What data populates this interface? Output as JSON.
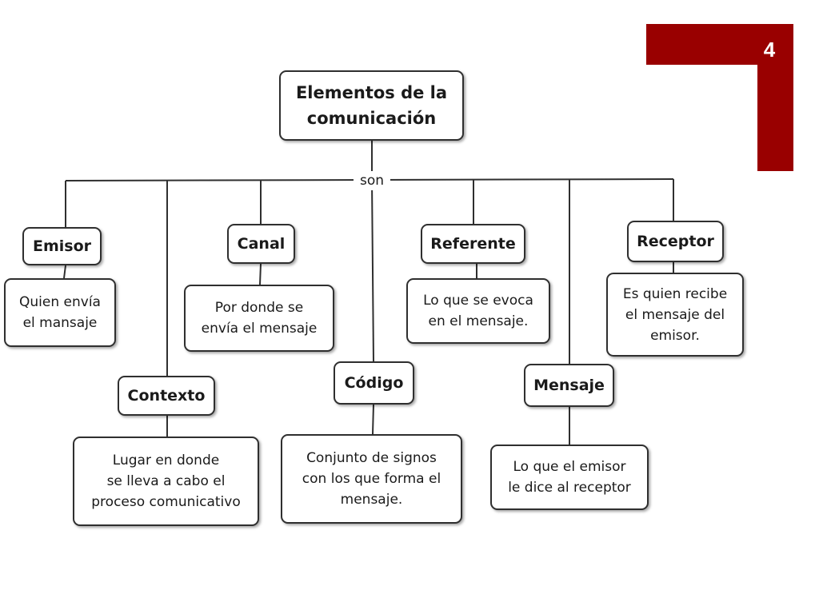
{
  "slide": {
    "page_number": "4",
    "accent_color": "#990000"
  },
  "diagram": {
    "root": "Elementos de la\ncomunicación",
    "connector": "son",
    "elements": [
      {
        "concept": "Emisor",
        "description": "Quien envía\nel mansaje"
      },
      {
        "concept": "Contexto",
        "description": "Lugar en donde\nse lleva a cabo el\nproceso comunicativo"
      },
      {
        "concept": "Canal",
        "description": "Por donde se\nenvía el mensaje"
      },
      {
        "concept": "Código",
        "description": "Conjunto de signos\ncon los que forma el\nmensaje."
      },
      {
        "concept": "Referente",
        "description": "Lo que se evoca\nen el mensaje."
      },
      {
        "concept": "Mensaje",
        "description": "Lo que el emisor\nle dice al receptor"
      },
      {
        "concept": "Receptor",
        "description": "Es quien recibe\nel mensaje del\nemisor."
      }
    ]
  }
}
